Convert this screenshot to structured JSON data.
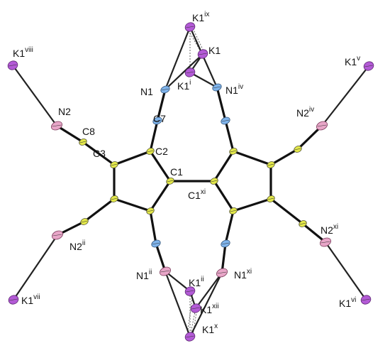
{
  "figure": {
    "labels": [
      {
        "id": "K1ix",
        "base": "K1",
        "sup": "ix"
      },
      {
        "id": "K1",
        "base": "K1",
        "sup": ""
      },
      {
        "id": "K1i",
        "base": "K1",
        "sup": "i"
      },
      {
        "id": "N1",
        "base": "N1",
        "sup": ""
      },
      {
        "id": "N1iv",
        "base": "N1",
        "sup": "iv"
      },
      {
        "id": "K1viii",
        "base": "K1",
        "sup": "viii"
      },
      {
        "id": "K1v",
        "base": "K1",
        "sup": "v"
      },
      {
        "id": "N2",
        "base": "N2",
        "sup": ""
      },
      {
        "id": "N2iv",
        "base": "N2",
        "sup": "iv"
      },
      {
        "id": "C7",
        "base": "C7",
        "sup": ""
      },
      {
        "id": "C8",
        "base": "C8",
        "sup": ""
      },
      {
        "id": "C3",
        "base": "C3",
        "sup": ""
      },
      {
        "id": "C2",
        "base": "C2",
        "sup": ""
      },
      {
        "id": "C1",
        "base": "C1",
        "sup": ""
      },
      {
        "id": "C1xi",
        "base": "C1",
        "sup": "xi"
      },
      {
        "id": "N2ii",
        "base": "N2",
        "sup": "ii"
      },
      {
        "id": "N2xi",
        "base": "N2",
        "sup": "xi"
      },
      {
        "id": "N1ii",
        "base": "N1",
        "sup": "ii"
      },
      {
        "id": "K1ii",
        "base": "K1",
        "sup": "ii"
      },
      {
        "id": "N1xi",
        "base": "N1",
        "sup": "xi"
      },
      {
        "id": "K1xii",
        "base": "K1",
        "sup": "xii"
      },
      {
        "id": "K1vii",
        "base": "K1",
        "sup": "vii"
      },
      {
        "id": "K1vi",
        "base": "K1",
        "sup": "vi"
      },
      {
        "id": "K1x",
        "base": "K1",
        "sup": "x"
      }
    ],
    "colors": {
      "carbon": "#e3e84a",
      "nitrogen": "#7fb4ec",
      "potassium": "#b35ad6",
      "nitrile_nitrogen": "#e8a6c8",
      "bond": "#111111"
    }
  }
}
